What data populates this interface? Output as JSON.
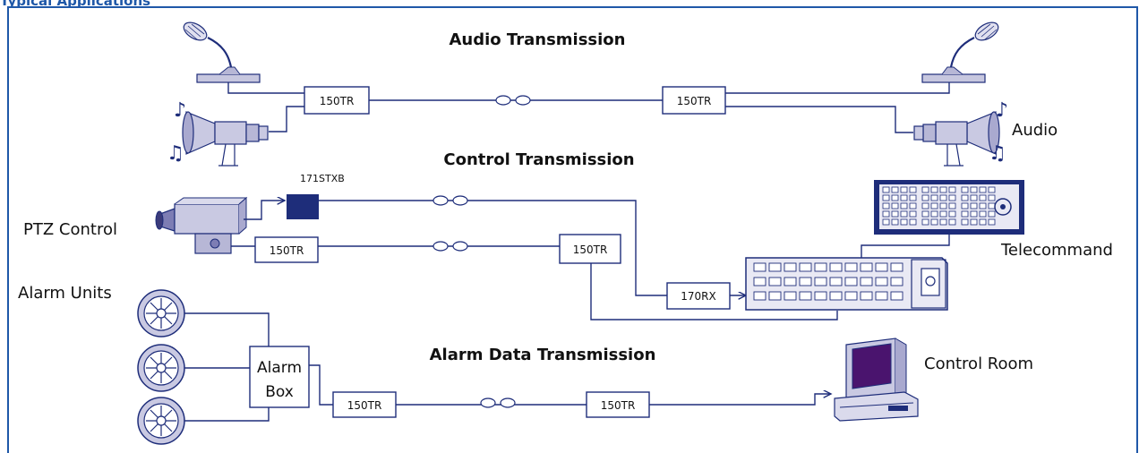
{
  "page": {
    "heading": "Typical Applications"
  },
  "sections": {
    "audio_title": "Audio Transmission",
    "control_title": "Control Transmission",
    "alarm_title": "Alarm Data Transmission"
  },
  "labels": {
    "audio": "Audio",
    "ptz_control": "PTZ Control",
    "alarm_units": "Alarm Units",
    "telecommand": "Telecommand",
    "control_room": "Control Room",
    "alarm_box_line1": "Alarm",
    "alarm_box_line2": "Box"
  },
  "devices": {
    "audio_left": "150TR",
    "audio_right": "150TR",
    "stxb": "171STXB",
    "ptz_tr": "150TR",
    "ctrl_tr": "150TR",
    "rx": "170RX",
    "alarm_tr_left": "150TR",
    "alarm_tr_right": "150TR"
  },
  "colors": {
    "wire": "#1e2d7a",
    "heading": "#1f58a8",
    "device_fill": "#b7b7d6",
    "device_dark": "#1e2d7a",
    "screen": "#4a146e"
  },
  "icons": [
    "microphone-icon",
    "horn-speaker-icon",
    "music-note-icon",
    "ptz-camera-icon",
    "keyboard-icon",
    "control-panel-icon",
    "alarm-unit-icon",
    "computer-icon",
    "fiber-loop-icon"
  ]
}
